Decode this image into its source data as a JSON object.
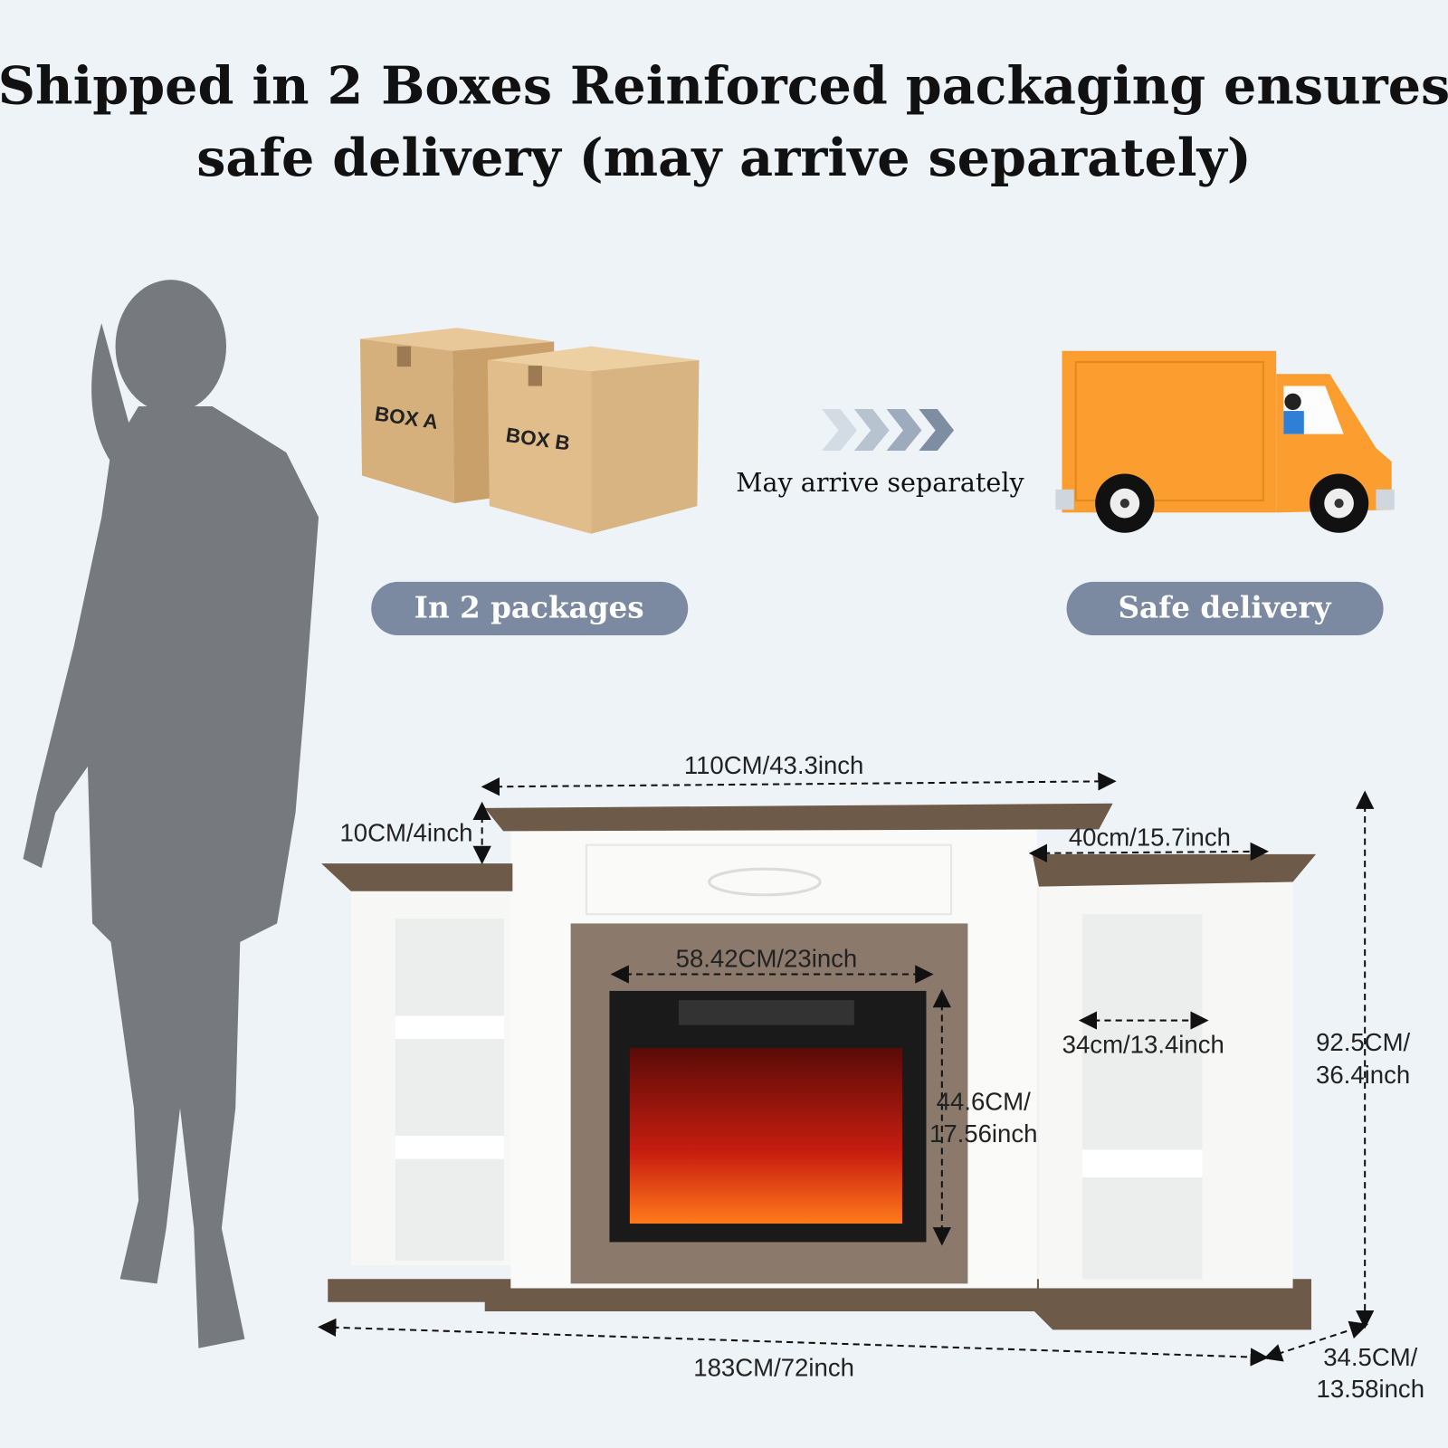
{
  "header": {
    "title_line1": "Shipped in 2 Boxes Reinforced packaging ensures",
    "title_line2": "safe delivery (may arrive separately)"
  },
  "shipping": {
    "box_a_label": "BOX A",
    "box_b_label": "BOX B",
    "arrow_caption": "May arrive separately",
    "packages_pill": "In 2 packages",
    "delivery_pill": "Safe delivery"
  },
  "dimensions": {
    "top_width": "110CM/43.3inch",
    "crown_height": "10CM/4inch",
    "side_shelf_width": "40cm/15.7inch",
    "insert_width": "58.42CM/23inch",
    "shelf_inner_width": "34cm/13.4inch",
    "insert_height_line1": "44.6CM/",
    "insert_height_line2": "17.56inch",
    "total_height_line1": "92.5CM/",
    "total_height_line2": "36.4inch",
    "total_width": "183CM/72inch",
    "depth_line1": "34.5CM/",
    "depth_line2": "13.58inch"
  },
  "colors": {
    "background": "#eef3f8",
    "pill": "#7b8aa0",
    "truck": "#fb9d2f",
    "wood": "#6e5a48",
    "cardboard": "#d8b483"
  }
}
